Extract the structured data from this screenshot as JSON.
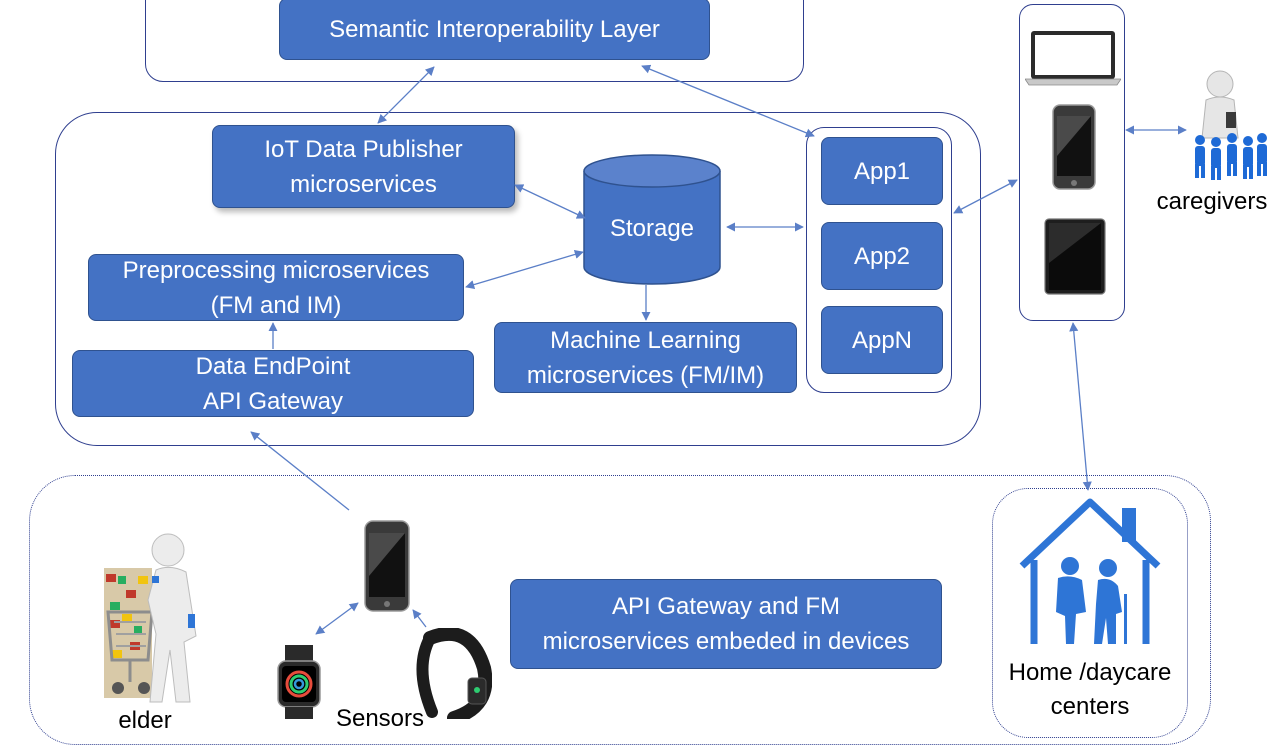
{
  "semantic_layer": "Semantic Interoperability Layer",
  "iot_publisher": [
    "IoT Data Publisher",
    "microservices"
  ],
  "storage": "Storage",
  "preprocessing": [
    "Preprocessing microservices",
    "(FM and IM)"
  ],
  "endpoint": [
    "Data EndPoint",
    "API Gateway"
  ],
  "ml": [
    "Machine Learning",
    "microservices (FM/IM)"
  ],
  "apps": [
    "App1",
    "App2",
    "AppN"
  ],
  "embedded": [
    "API Gateway and FM",
    "microservices embeded in devices"
  ],
  "caregivers": "caregivers",
  "home": [
    "Home /daycare",
    "centers"
  ],
  "elder": "elder",
  "sensors": "Sensors",
  "colors": {
    "box": "#4472c4",
    "border": "#2f528f",
    "frame": "#2f3f8f",
    "arrow": "#5b7fc7",
    "person_icon": "#2e75d6"
  }
}
